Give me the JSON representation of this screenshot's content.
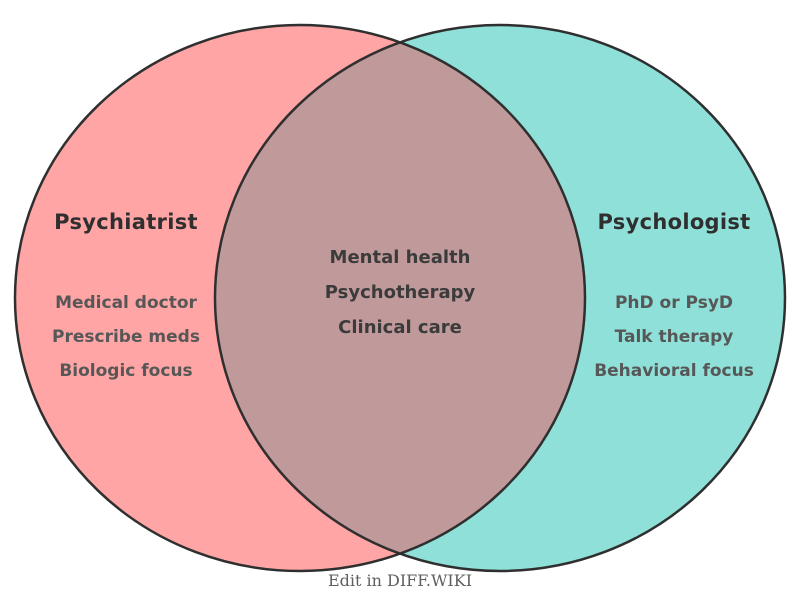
{
  "diagram": {
    "type": "venn",
    "left_circle": {
      "title": "Psychiatrist",
      "items": [
        "Medical doctor",
        "Prescribe meds",
        "Biologic focus"
      ],
      "fill_color": "#ffa5a5"
    },
    "right_circle": {
      "title": "Psychologist",
      "items": [
        "PhD or PsyD",
        "Talk therapy",
        "Behavioral focus"
      ],
      "fill_color": "#8fe0d8"
    },
    "overlap": {
      "items": [
        "Mental health",
        "Psychotherapy",
        "Clinical care"
      ],
      "fill_color": "#c0999b"
    },
    "outline_color": "#2f2f2f",
    "footer": {
      "label": "Edit in DIFF.WIKI"
    }
  }
}
